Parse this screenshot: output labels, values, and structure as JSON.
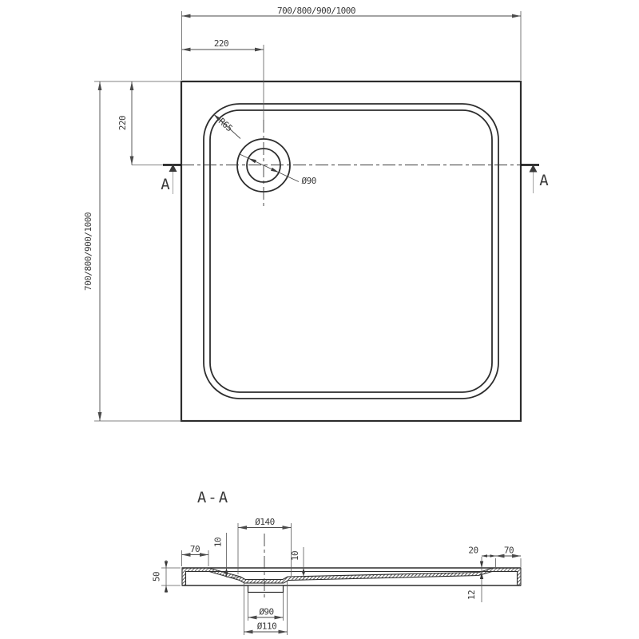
{
  "drawing": {
    "type": "shower-tray technical drawing",
    "colors": {
      "background": "#ffffff",
      "main_line": "#2d2d2d",
      "dimension_line": "#4a4a4a",
      "text": "#3a3a3a"
    },
    "top_view": {
      "width_dim": "700/800/900/1000",
      "height_dim": "700/800/900/1000",
      "drain_offset_top": "220",
      "drain_offset_left": "220",
      "drain_diameter": "Ø90",
      "corner_radius": "R65",
      "cut_label_left": "A",
      "cut_label_right": "A"
    },
    "section_view": {
      "title": "A-A",
      "recess_diameter": "Ø140",
      "drain_hole_diameter": "Ø90",
      "drain_spigot_diameter": "Ø110",
      "flange_left": "70",
      "flange_right": "70",
      "step_right": "20",
      "depth_left": "10",
      "depth_right": "10",
      "height_left": "50",
      "height_right": "12"
    }
  }
}
